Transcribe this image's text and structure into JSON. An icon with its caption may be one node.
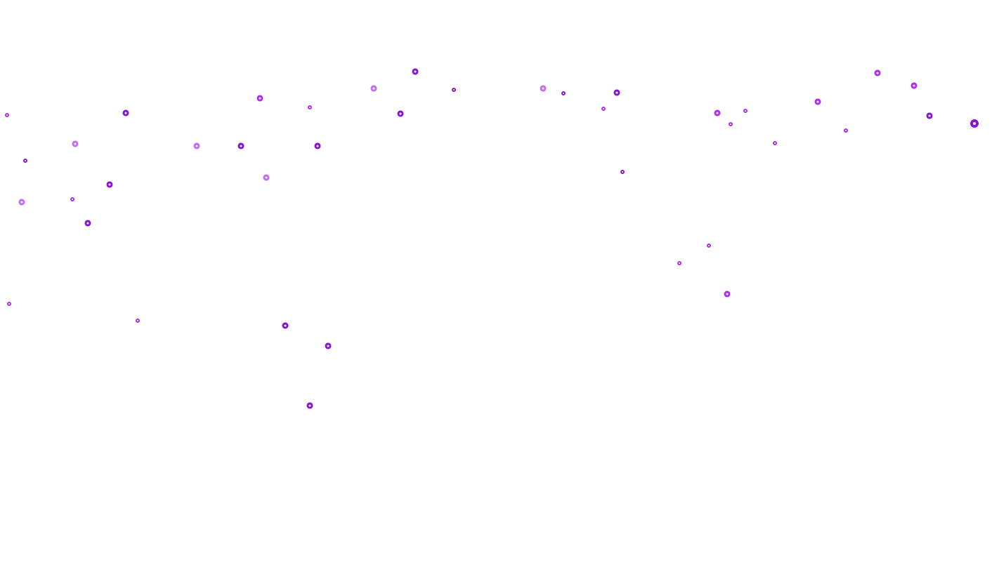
{
  "diagram": {
    "nodes": [
      {
        "text": [],
        "shape": "circle"
      },
      {
        "text": [],
        "shape": "circle"
      },
      {
        "text": [],
        "shape": "circle"
      },
      {
        "text": [],
        "shape": "circle"
      },
      {
        "text": [],
        "shape": "circle"
      },
      {
        "text": [],
        "shape": "circle"
      },
      {
        "text": [],
        "shape": "circle"
      },
      {
        "text": [],
        "shape": "circle"
      },
      {
        "text": [],
        "shape": "circle"
      },
      {
        "text": [],
        "shape": "circle"
      },
      {
        "text": [],
        "shape": "circle"
      },
      {
        "text": [],
        "shape": "circle"
      },
      {
        "text": [],
        "shape": "circle"
      },
      {
        "text": [],
        "shape": "circle"
      },
      {
        "text": [],
        "shape": "circle"
      },
      {
        "text": [],
        "shape": "circle"
      },
      {
        "text": [],
        "shape": "circle"
      },
      {
        "text": [],
        "shape": "circle"
      },
      {
        "text": [],
        "shape": "circle"
      },
      {
        "text": [],
        "shape": "circle"
      },
      {
        "text": [],
        "shape": "circle"
      },
      {
        "text": [],
        "shape": "circle"
      },
      {
        "text": [],
        "shape": "circle"
      },
      {
        "text": [],
        "shape": "circle"
      },
      {
        "text": [],
        "shape": "circle"
      },
      {
        "text": [],
        "shape": "circle"
      },
      {
        "text": [],
        "shape": "circle"
      },
      {
        "text": [],
        "shape": "circle"
      },
      {
        "text": [],
        "shape": "circle"
      },
      {
        "text": [],
        "shape": "circle"
      },
      {
        "text": [],
        "shape": "circle"
      },
      {
        "text": [],
        "shape": "circle"
      },
      {
        "text": [],
        "shape": "circle"
      },
      {
        "text": [],
        "shape": "circle"
      },
      {
        "text": [],
        "shape": "circle"
      },
      {
        "text": [],
        "shape": "circle"
      },
      {
        "text": [],
        "shape": "circle"
      },
      {
        "text": [],
        "shape": "circle"
      },
      {
        "text": [],
        "shape": "circle"
      },
      {
        "text": [],
        "shape": "circle"
      },
      {
        "text": [],
        "shape": "circle"
      }
    ]
  }
}
